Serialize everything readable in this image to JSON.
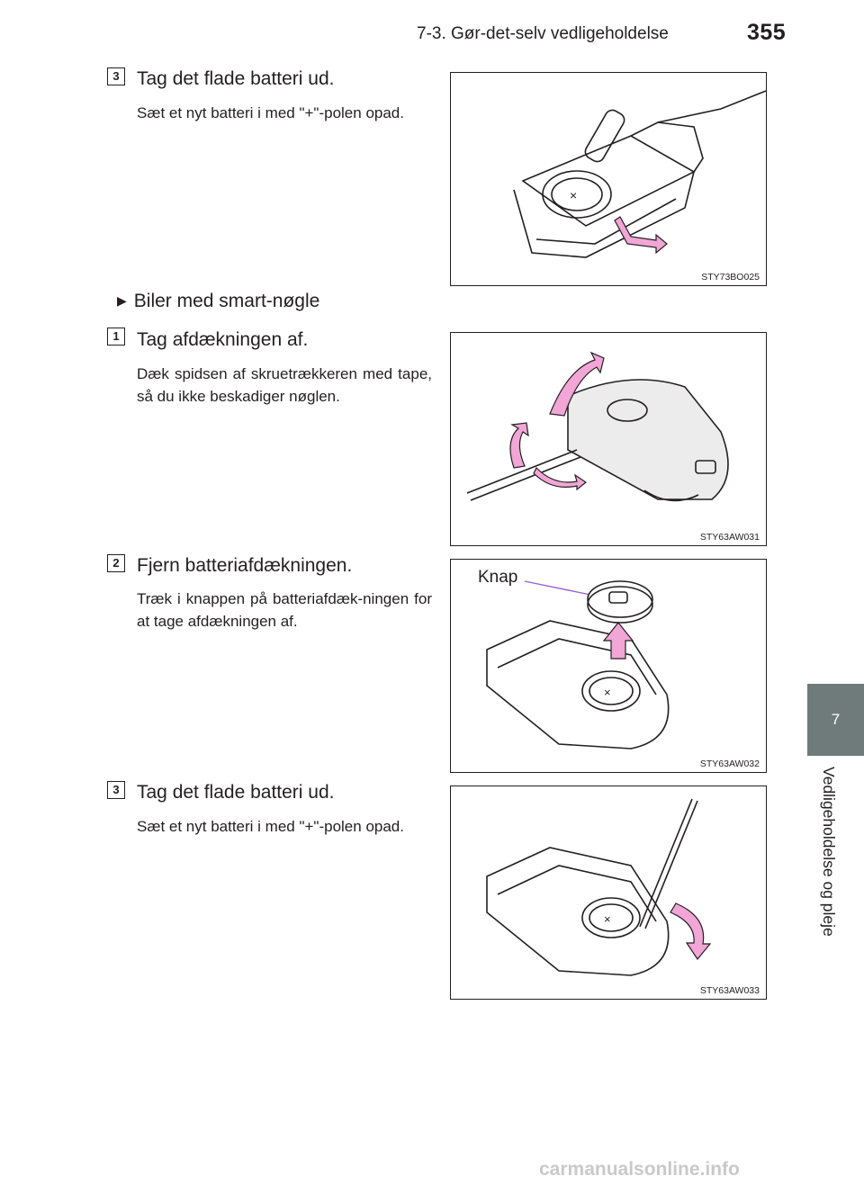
{
  "header": {
    "section_title": "7-3. Gør-det-selv vedligeholdelse",
    "page_number": "355"
  },
  "side_tab": {
    "chapter": "7",
    "label": "Vedligeholdelse og pleje"
  },
  "steps": [
    {
      "number": "3",
      "title": "Tag det flade batteri ud.",
      "body": "Sæt et nyt batteri i med \"+\"-polen opad.",
      "figure_code": "STY73BO025"
    },
    {
      "number": "1",
      "title": "Tag afdækningen af.",
      "body": "Dæk spidsen af skruetrækkeren med tape, så du ikke beskadiger nøglen.",
      "figure_code": "STY63AW031"
    },
    {
      "number": "2",
      "title": "Fjern batteriafdækningen.",
      "body": "Træk i knappen på batteriafdæk-ningen for at tage afdækningen af.",
      "figure_code": "STY63AW032",
      "figure_callout": "Knap"
    },
    {
      "number": "3",
      "title": "Tag det flade batteri ud.",
      "body": "Sæt et nyt batteri i med \"+\"-polen opad.",
      "figure_code": "STY63AW033"
    }
  ],
  "bullet_heading": "Biler med smart-nøgle",
  "bullet_glyph": "▶",
  "watermark": "carmanualsonline.info",
  "colors": {
    "side_tab": "#6f7b7b",
    "arrow_fill": "#f2a6d6",
    "callout_line": "#9b5fd6"
  }
}
